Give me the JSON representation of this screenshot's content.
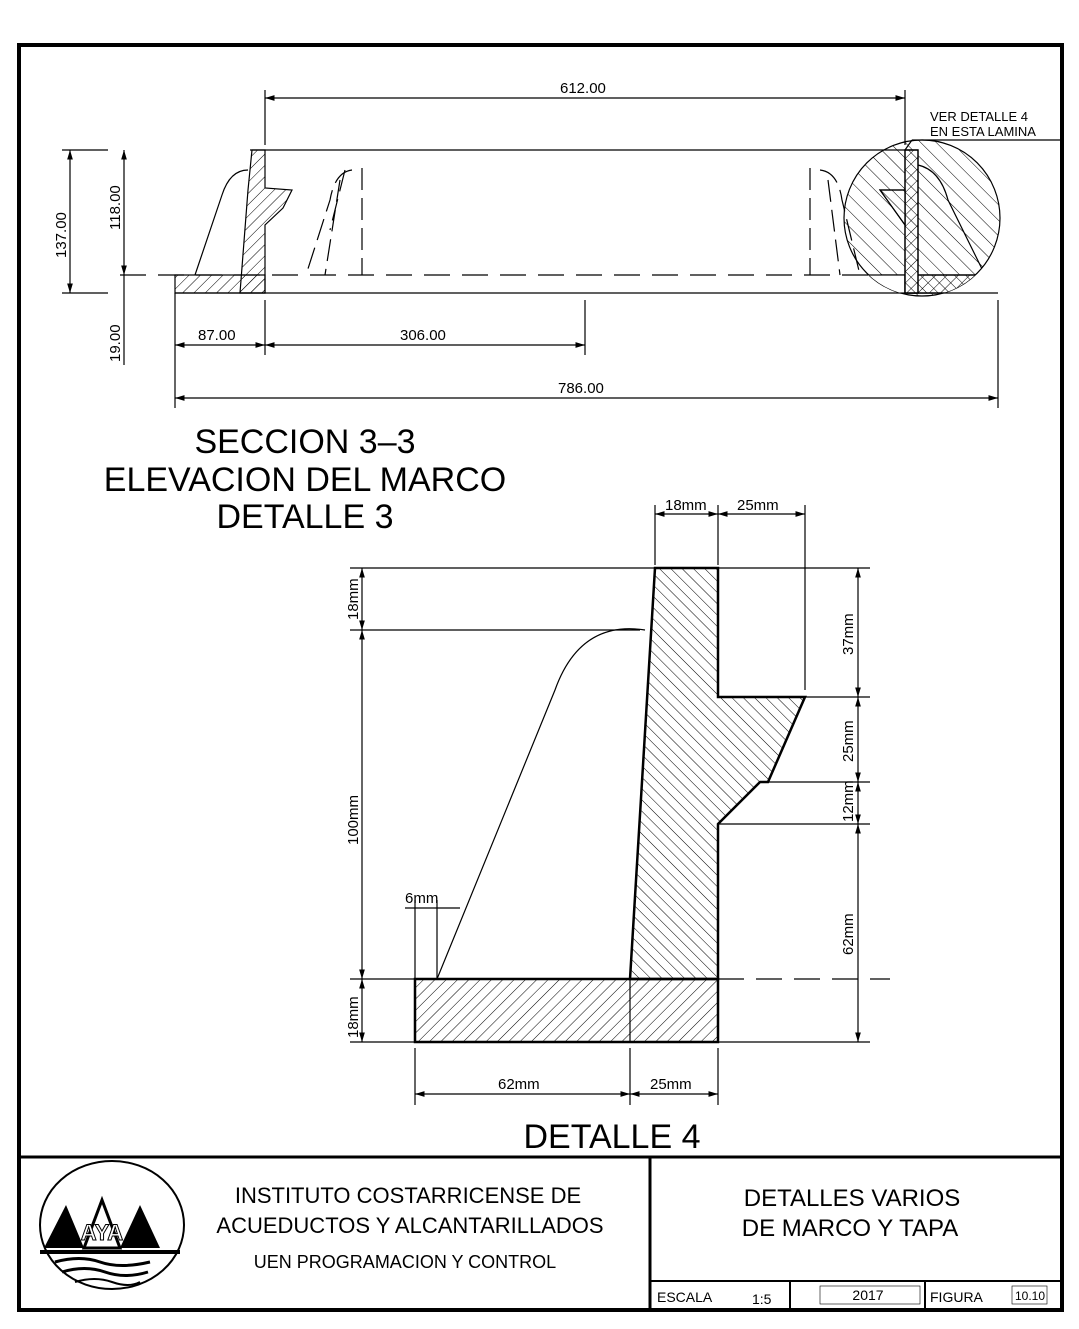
{
  "dims": {
    "top_612": "612.00",
    "h_137": "137.00",
    "h_118": "118.00",
    "h_19": "19.00",
    "w_87": "87.00",
    "w_306": "306.00",
    "w_786": "786.00",
    "note_line1": "VER  DETALLE  4",
    "note_line2": "EN  ESTA  LAMINA",
    "d_18top": "18mm",
    "d_25top": "25mm",
    "d_18left": "18mm",
    "d_100": "100mm",
    "d_6": "6mm",
    "d_18bot": "18mm",
    "d_37": "37mm",
    "d_25right": "25mm",
    "d_12": "12mm",
    "d_62right": "62mm",
    "d_62bot": "62mm",
    "d_25bot": "25mm"
  },
  "titles": {
    "section_line1": "SECCION  3–3",
    "section_line2": "ELEVACION  DEL  MARCO",
    "section_line3": "DETALLE  3",
    "detail4": "DETALLE  4"
  },
  "titleblock": {
    "org_line1": "INSTITUTO COSTARRICENSE DE",
    "org_line2": "ACUEDUCTOS Y ALCANTARILLADOS",
    "org_line3": "UEN PROGRAMACION Y CONTROL",
    "logo_text": "AYA",
    "drawing_title1": "DETALLES  VARIOS",
    "drawing_title2": "DE  MARCO  Y  TAPA",
    "scale_label": "ESCALA",
    "scale_value": "1:5",
    "year": "2017",
    "figure_label": "FIGURA",
    "figure_value": "10.10"
  }
}
